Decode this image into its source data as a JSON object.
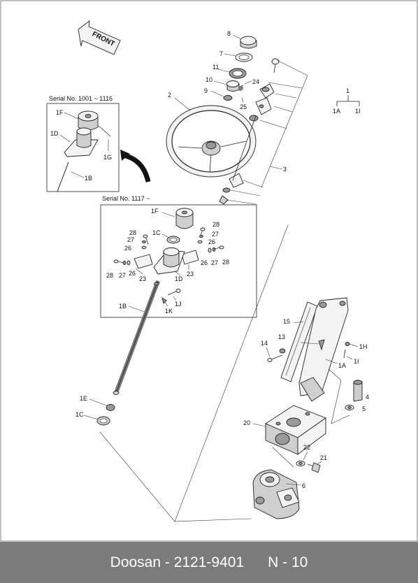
{
  "front_label": "FRONT",
  "serial_labels": [
    "Serial No. 1001 ~ 1116",
    "Serial No. 1117 ~"
  ],
  "callouts": {
    "p1": "1",
    "p1A": "1A",
    "p1I": "1I",
    "p2": "2",
    "p3": "3",
    "p7": "7",
    "p8": "8",
    "p9": "9",
    "p10": "10",
    "p11": "11",
    "p24": "24",
    "p25": "25",
    "old_1F": "1F",
    "old_1D": "1D",
    "old_1G": "1G",
    "old_1B": "1B",
    "n_1F": "1F",
    "n_1C": "1C",
    "n_28a": "28",
    "n_27a": "27",
    "n_26a": "26",
    "n_28b": "28",
    "n_27b": "27",
    "n_26b": "26",
    "n_28c": "28",
    "n_27c": "27",
    "n_26c": "26",
    "n_23a": "23",
    "n_26d": "26",
    "n_27d": "27",
    "n_28d": "28",
    "n_23b": "23",
    "n_1D": "1D",
    "n_1B": "1B",
    "n_1J": "1J",
    "n_1K": "1K",
    "p1E": "1E",
    "p1C": "1C",
    "p15": "15",
    "p14": "14",
    "p13": "13",
    "p1H": "1H",
    "p1Ib": "1I",
    "p1Ab": "1A",
    "p4": "4",
    "p5": "5",
    "p20": "20",
    "p22": "22",
    "p21": "21",
    "p6": "6"
  },
  "footer": {
    "title": "Doosan - 2121-9401",
    "page": "N - 10"
  }
}
